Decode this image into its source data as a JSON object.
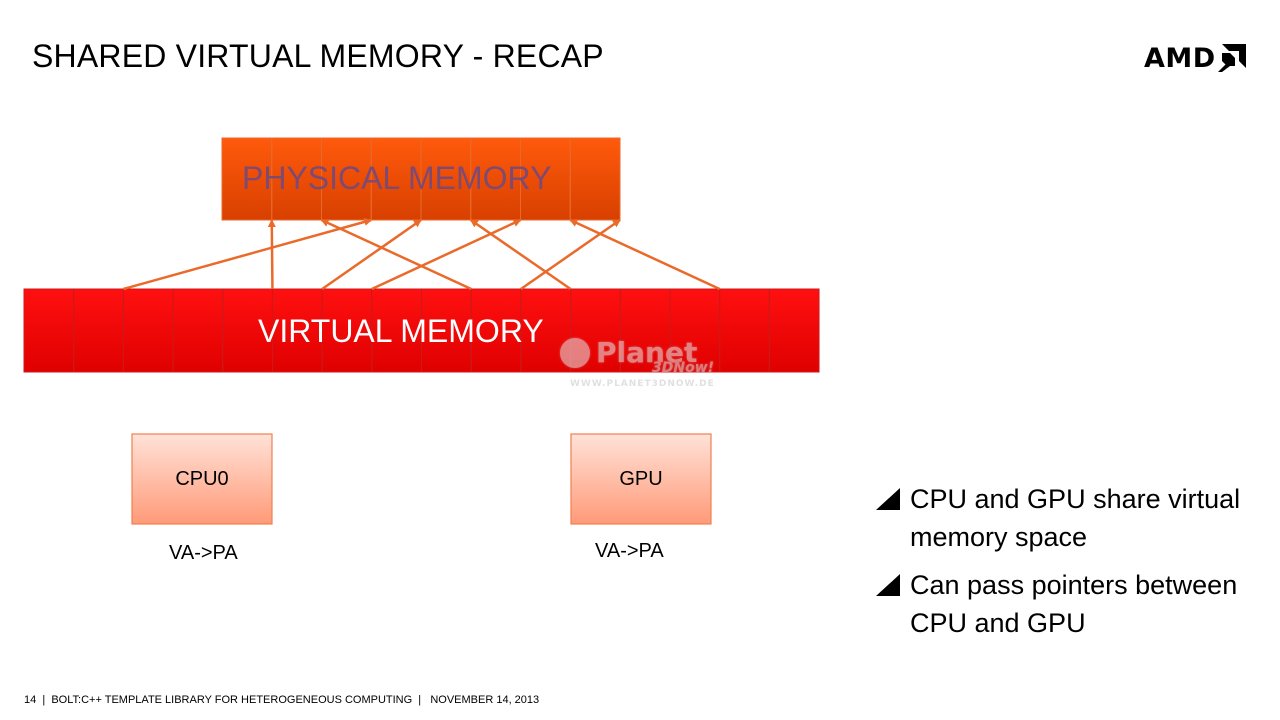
{
  "slide": {
    "title": "SHARED VIRTUAL MEMORY - RECAP",
    "logo_text": "AMD"
  },
  "diagram": {
    "physical_memory_label": "PHYSICAL MEMORY",
    "virtual_memory_label": "VIRTUAL MEMORY",
    "cpu_label": "CPU0",
    "gpu_label": "GPU",
    "cpu_translation": "VA->PA",
    "gpu_translation": "VA->PA",
    "physical_cells": 8,
    "virtual_cells": 16,
    "mappings": [
      {
        "virtual": 2,
        "physical": 2
      },
      {
        "virtual": 5,
        "physical": 0
      },
      {
        "virtual": 6,
        "physical": 3
      },
      {
        "virtual": 7,
        "physical": 5
      },
      {
        "virtual": 9,
        "physical": 1
      },
      {
        "virtual": 10,
        "physical": 7
      },
      {
        "virtual": 11,
        "physical": 4
      },
      {
        "virtual": 14,
        "physical": 6
      }
    ],
    "colors": {
      "physical_top": "#ff5a0c",
      "physical_bottom": "#d84000",
      "physical_label": "#7e4a72",
      "virtual_top": "#ff1010",
      "virtual_bottom": "#e00000",
      "arrow": "#ea6a2a",
      "box_top": "#ffe2d8",
      "box_bottom": "#ff9a78",
      "box_border": "#f08050"
    }
  },
  "watermark": {
    "word": "Planet",
    "sub": "3DNow!",
    "url": "WWW.PLANET3DNOW.DE"
  },
  "bullets": [
    "CPU and GPU share virtual memory space",
    "Can pass pointers between CPU and GPU"
  ],
  "footer": {
    "page": "14",
    "text": "BOLT:C++ TEMPLATE LIBRARY FOR HETEROGENEOUS COMPUTING",
    "date": "NOVEMBER 14, 2013"
  }
}
